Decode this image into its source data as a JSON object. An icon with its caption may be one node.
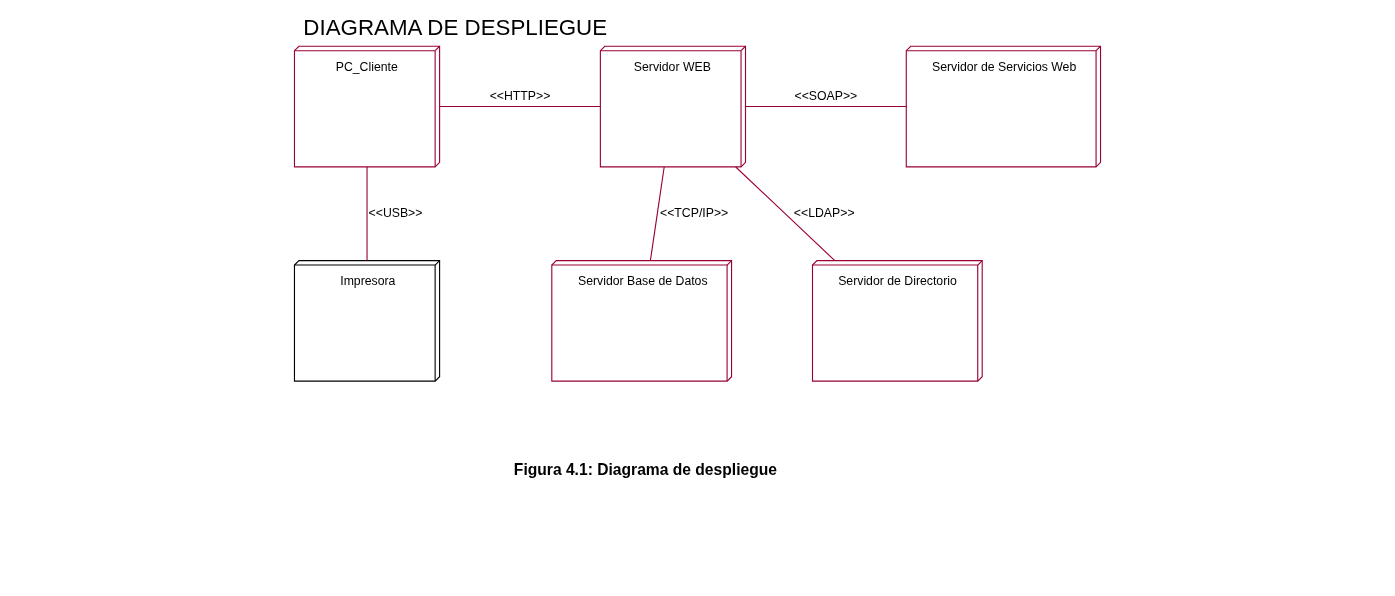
{
  "diagram": {
    "title": "DIAGRAMA DE DESPLIEGUE",
    "caption": "Figura 4.1: Diagrama de despliegue",
    "nodes": [
      {
        "text": [
          "PC_Cliente"
        ]
      },
      {
        "text": [
          "Servidor WEB"
        ]
      },
      {
        "text": [
          "Servidor de Servicios Web"
        ]
      },
      {
        "text": [
          "Impresora"
        ]
      },
      {
        "text": [
          "Servidor Base de Datos"
        ]
      },
      {
        "text": [
          "Servidor de Directorio"
        ]
      }
    ],
    "edges": [
      {
        "from": 0,
        "to": 1,
        "arrow": "none",
        "label": "<<HTTP>>"
      },
      {
        "from": 1,
        "to": 2,
        "arrow": "none",
        "label": "<<SOAP>>"
      },
      {
        "from": 0,
        "to": 3,
        "arrow": "none",
        "label": "<<USB>>"
      },
      {
        "from": 1,
        "to": 4,
        "arrow": "none",
        "label": "<<TCP/IP>>"
      },
      {
        "from": 1,
        "to": 5,
        "arrow": "none",
        "label": "<<LDAP>>"
      }
    ]
  }
}
